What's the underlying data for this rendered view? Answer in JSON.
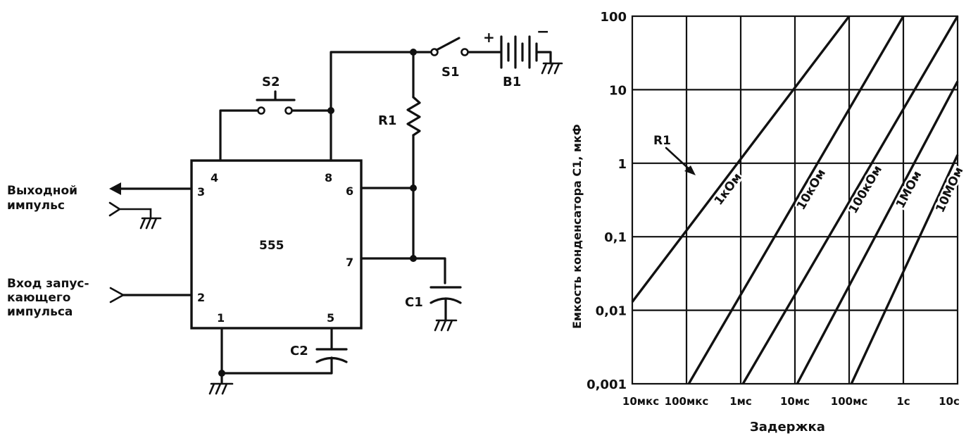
{
  "circuit": {
    "ic_label": "555",
    "switch_s2": "S2",
    "switch_s1": "S1",
    "battery": "B1",
    "battery_plus": "+",
    "battery_minus": "−",
    "resistor": "R1",
    "cap_c1": "C1",
    "cap_c2": "C2",
    "pins": [
      "4",
      "8",
      "3",
      "6",
      "7",
      "2",
      "1",
      "5"
    ],
    "output_label": [
      "Выходной",
      "импульс"
    ],
    "input_label": [
      "Вход запус-",
      "кающего",
      "импульса"
    ]
  },
  "chart_data": {
    "type": "line",
    "xlabel": "Задержка",
    "ylabel": "Емкость конденсатора С1, мкФ",
    "x_scale": "log",
    "y_scale": "log",
    "x_ticks": [
      "10мкс",
      "100мкс",
      "1мс",
      "10мс",
      "100мс",
      "1с",
      "10с"
    ],
    "y_ticks": [
      "100",
      "10",
      "1",
      "0,1",
      "0,01",
      "0,001"
    ],
    "x_range_seconds": [
      1e-05,
      10
    ],
    "y_range_uF": [
      0.001,
      100
    ],
    "grid": true,
    "legend_title": "R1",
    "series": [
      {
        "name": "1кОм",
        "x": [
          1e-05,
          0.1
        ],
        "y": [
          0.013,
          100
        ]
      },
      {
        "name": "10кОм",
        "x": [
          0.00011,
          1
        ],
        "y": [
          0.001,
          100
        ]
      },
      {
        "name": "100кОм",
        "x": [
          0.0011,
          10
        ],
        "y": [
          0.001,
          100
        ]
      },
      {
        "name": "1МОм",
        "x": [
          0.011,
          10
        ],
        "y": [
          0.001,
          13
        ]
      },
      {
        "name": "10МОм",
        "x": [
          0.11,
          10
        ],
        "y": [
          0.001,
          1.3
        ]
      }
    ]
  }
}
